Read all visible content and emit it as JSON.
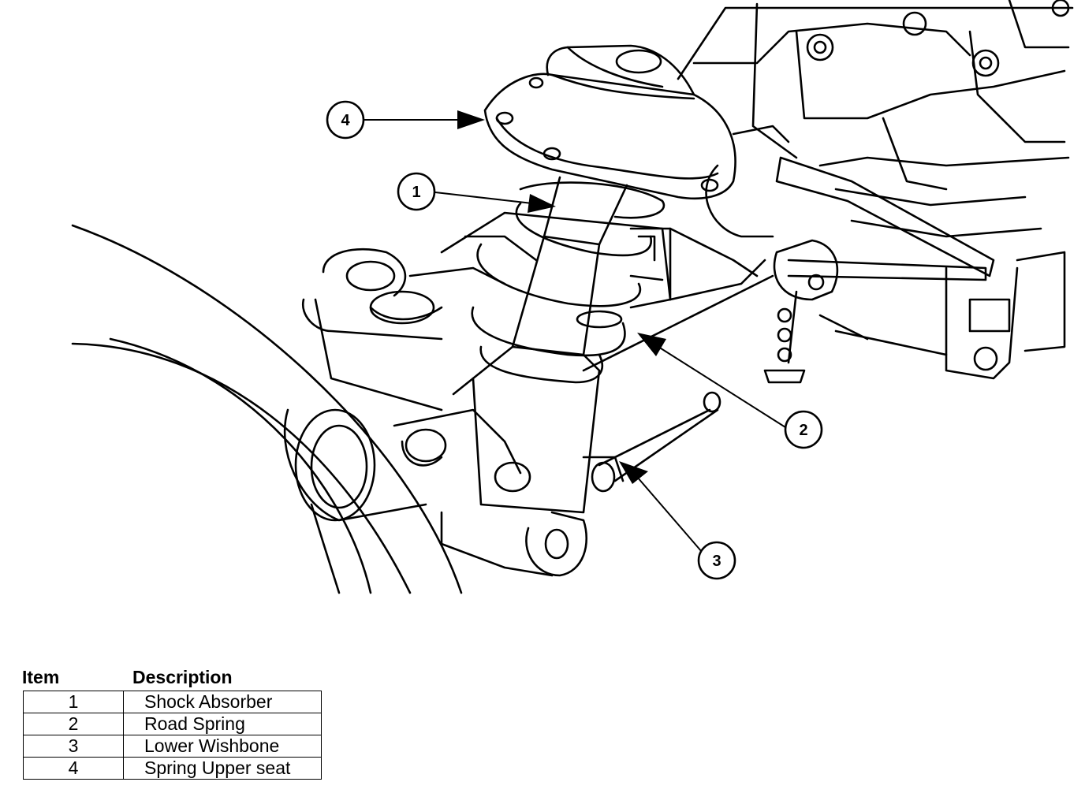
{
  "callouts": [
    {
      "label": "1"
    },
    {
      "label": "2"
    },
    {
      "label": "3"
    },
    {
      "label": "4"
    }
  ],
  "legend": {
    "header_item": "Item",
    "header_description": "Description",
    "rows": [
      {
        "item": "1",
        "description": "Shock Absorber"
      },
      {
        "item": "2",
        "description": "Road Spring"
      },
      {
        "item": "3",
        "description": "Lower Wishbone"
      },
      {
        "item": "4",
        "description": "Spring Upper seat"
      }
    ]
  }
}
